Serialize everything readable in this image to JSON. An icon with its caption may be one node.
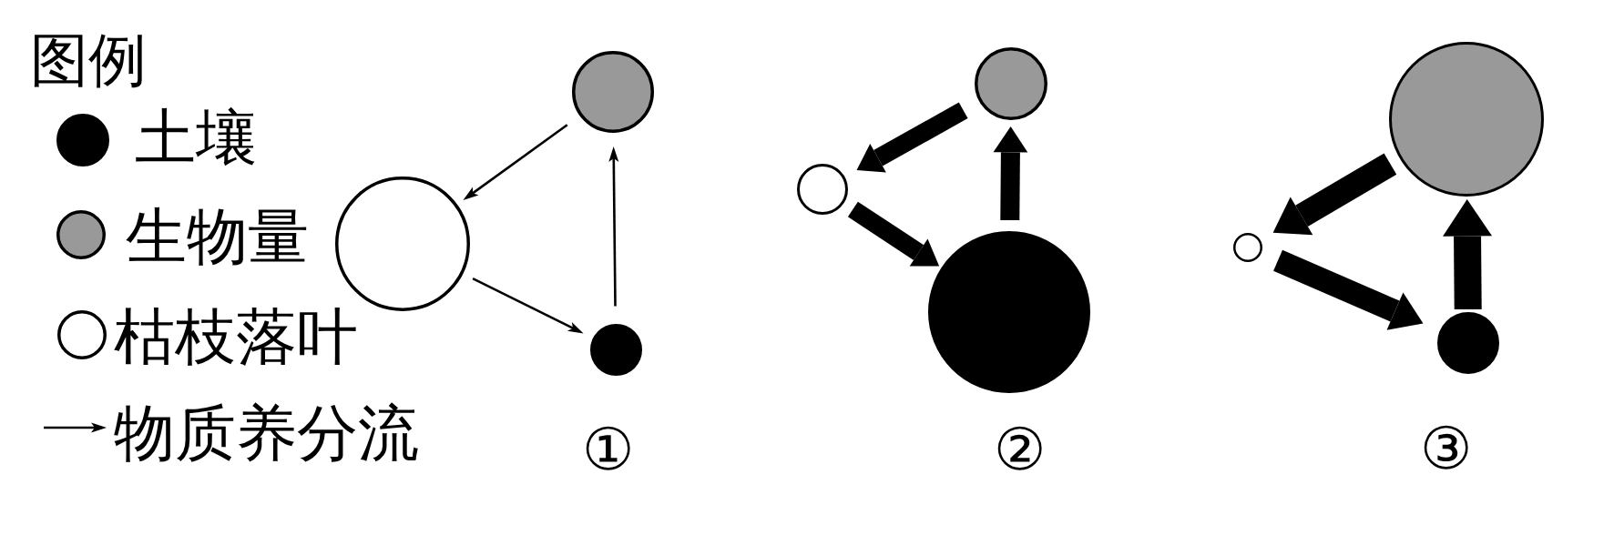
{
  "diagram": {
    "nodes": [
      {
        "text": [],
        "shape": "circle"
      },
      {
        "text": [],
        "shape": "circle"
      },
      {
        "text": [],
        "shape": "circle"
      },
      {
        "text": [],
        "shape": "circle"
      },
      {
        "text": [],
        "shape": "circle"
      },
      {
        "text": [],
        "shape": "circle"
      },
      {
        "text": [],
        "shape": "circle"
      },
      {
        "text": [],
        "shape": "circle"
      },
      {
        "text": [],
        "shape": "circle"
      }
    ],
    "edges": [
      {
        "from": 0,
        "to": 1,
        "arrow": "to"
      },
      {
        "from": 1,
        "to": 2,
        "arrow": "to"
      },
      {
        "from": 2,
        "to": 0,
        "arrow": "to"
      },
      {
        "from": 3,
        "to": 4,
        "arrow": "to"
      },
      {
        "from": 4,
        "to": 5,
        "arrow": "to"
      },
      {
        "from": 5,
        "to": 3,
        "arrow": "to"
      },
      {
        "from": 6,
        "to": 7,
        "arrow": "to"
      },
      {
        "from": 7,
        "to": 8,
        "arrow": "to"
      },
      {
        "from": 8,
        "to": 6,
        "arrow": "to"
      }
    ],
    "labels": [
      "图例",
      "①",
      "②",
      "③"
    ],
    "legend": [
      {
        "text": "土壤",
        "color": "#000000"
      },
      {
        "text": "生物量",
        "color": "#999999"
      },
      {
        "text": "枯枝落叶"
      },
      {
        "text": "物质养分流"
      }
    ]
  }
}
